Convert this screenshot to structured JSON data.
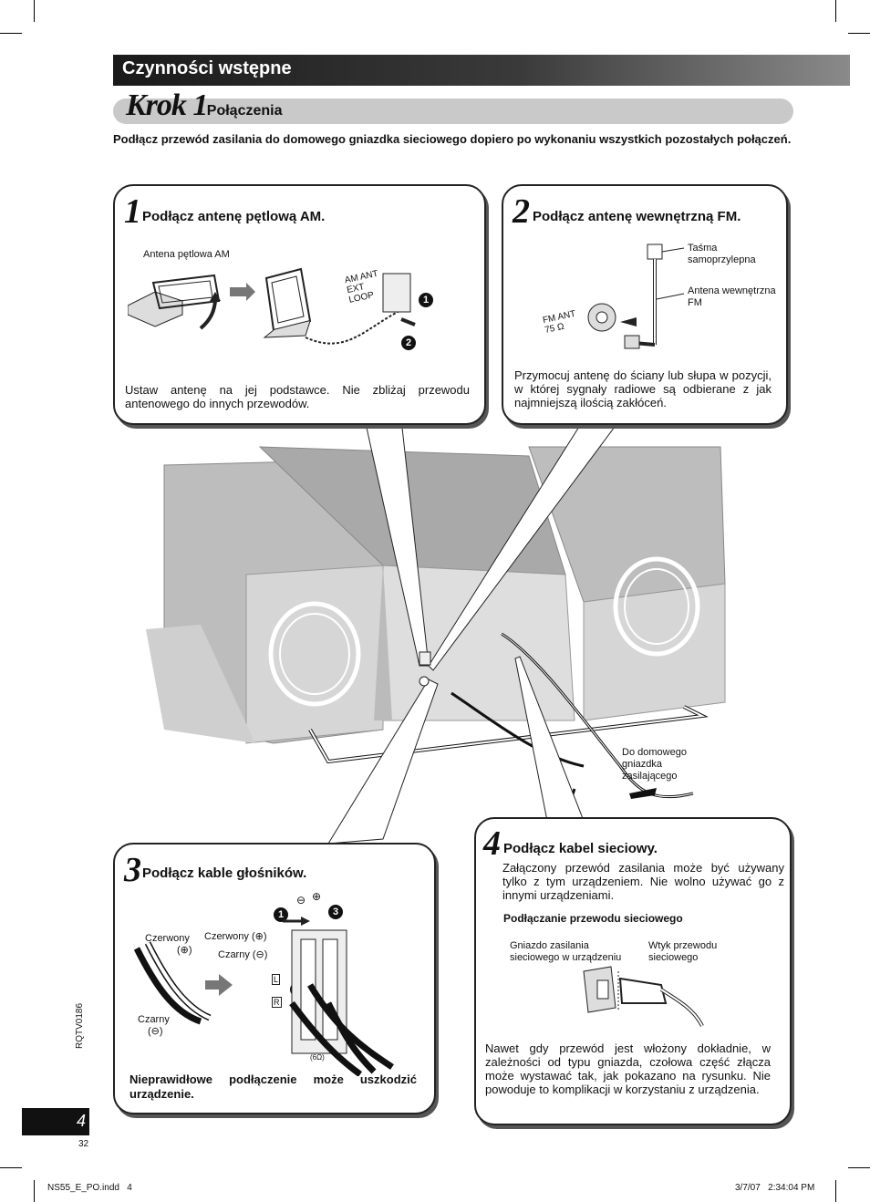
{
  "header": {
    "section": "Czynności wstępne",
    "step_big": "Krok 1",
    "step_sub": "- Połączenia"
  },
  "intro": "Podłącz przewód zasilania do domowego gniazdka sieciowego dopiero po wykonaniu wszystkich pozostałych połączeń.",
  "panel1": {
    "num": "1",
    "title": "Podłącz antenę pętlową AM.",
    "label_antenna": "Antena pętlowa AM",
    "label_terminal": "AM ANT EXT LOOP",
    "badge1": "1",
    "badge2": "2",
    "text": "Ustaw antenę na jej podstawce. Nie zbliżaj przewodu antenowego do innych przewodów."
  },
  "panel2": {
    "num": "2",
    "title": "Podłącz antenę wewnętrzną FM.",
    "label_tape": "Taśma samoprzylepna",
    "label_antenna": "Antena wewnętrzna FM",
    "label_terminal": "FM ANT 75 Ω",
    "text": "Przymocuj antenę do ściany lub słupa w pozycji, w której sygnały radiowe są odbierane z jak najmniejszą ilością zakłóceń."
  },
  "panel3": {
    "num": "3",
    "title": "Podłącz kable głośników.",
    "label_red": "Czerwony",
    "label_red_sym": "(⊕)",
    "label_black": "Czarny",
    "label_black_sym": "(⊖)",
    "label_red2": "Czerwony (⊕)",
    "label_black2": "Czarny (⊖)",
    "label_minus": "⊖",
    "label_plus": "⊕",
    "label_L": "L",
    "label_R": "R",
    "label_ohm": "(6Ω)",
    "badge1": "1",
    "badge2": "2",
    "badge3": "3",
    "warning": "Nieprawidłowe podłączenie może uszkodzić urządzenie."
  },
  "panel4": {
    "num": "4",
    "title": "Podłącz kabel sieciowy.",
    "text1": "Załączony przewód zasilania może być używany tylko z tym urządzeniem. Nie wolno używać go z innymi urządzeniami.",
    "subhead": "Podłączanie przewodu sieciowego",
    "label_socket": "Gniazdo zasilania sieciowego w urządzeniu",
    "label_plug": "Wtyk przewodu sieciowego",
    "text2": "Nawet gdy przewód jest włożony dokładnie, w zależności od typu gniazda, czołowa część złącza może wystawać tak, jak pokazano na rysunku. Nie powoduje to komplikacji w korzystaniu z urządzenia."
  },
  "main": {
    "label_outlet": "Do domowego gniazdka zasilającego"
  },
  "footer": {
    "page_box": "4",
    "page_small": "32",
    "code": "RQTV0186",
    "file": "NS55_E_PO.indd   4",
    "date": "3/7/07   2:34:04 PM"
  }
}
